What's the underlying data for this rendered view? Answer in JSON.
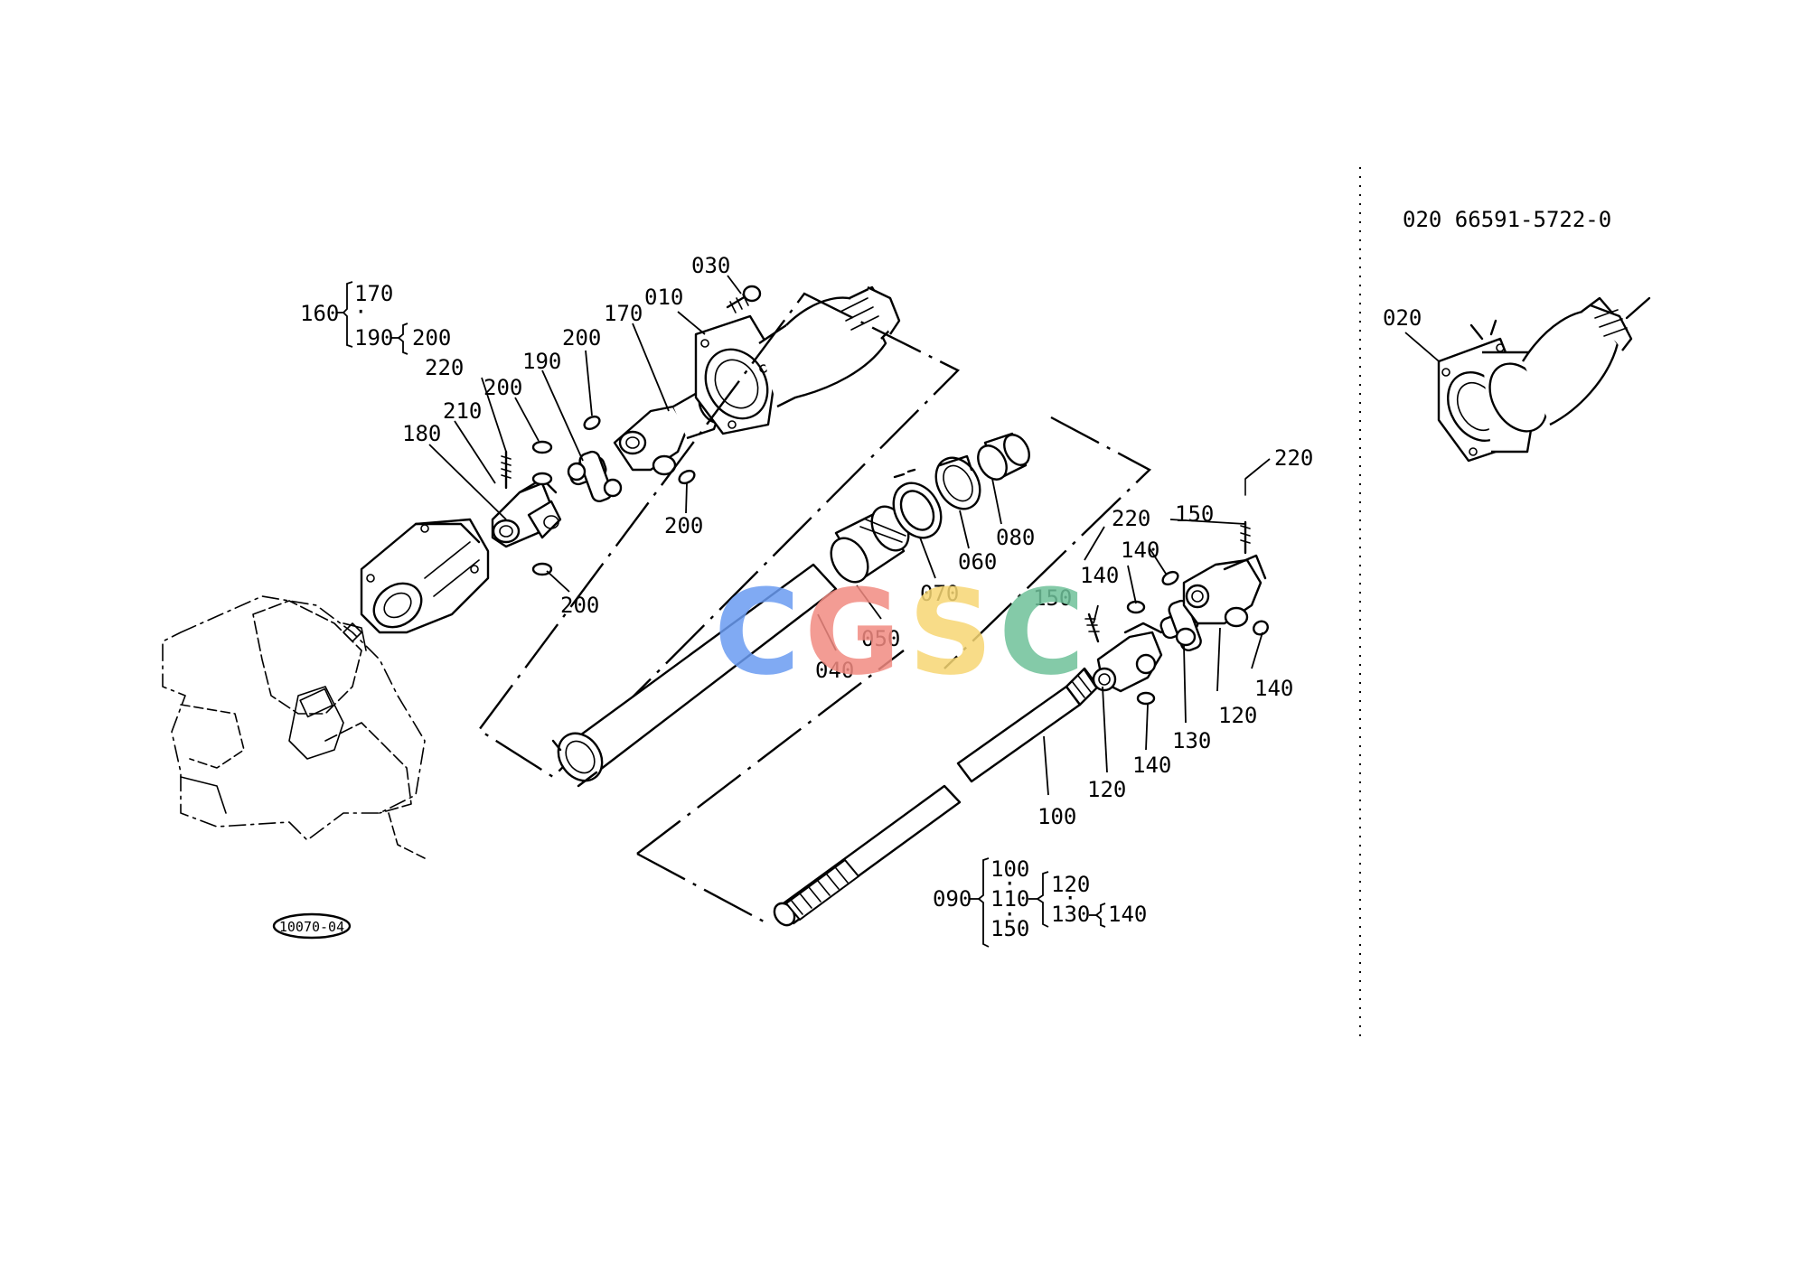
{
  "labels": {
    "l030": "030",
    "l010": "010",
    "l170a": "170",
    "l200a": "200",
    "l190": "190",
    "l200b": "200",
    "l220a": "220",
    "l210": "210",
    "l180": "180",
    "l200c": "200",
    "l200d": "200",
    "l080": "080",
    "l060": "060",
    "l070": "070",
    "l050": "050",
    "l040": "040",
    "l220b": "220",
    "l150a": "150",
    "l220c": "220",
    "l140a": "140",
    "l140b": "140",
    "l150b": "150",
    "l140c": "140",
    "l120a": "120",
    "l130": "130",
    "l140d": "140",
    "l120b": "120",
    "l100": "100",
    "l020": "020"
  },
  "bom_top": {
    "parent": "160",
    "c1": "170",
    "c2": "190",
    "c2_child": "200"
  },
  "bom_bottom": {
    "parent": "090",
    "c1": "100",
    "c2": "110",
    "c3": "150",
    "c2_a": "120",
    "c2_b": "130",
    "c2_b_child": "140"
  },
  "part_code": "020 66591-5722-0",
  "figure_ref": "10070-04",
  "watermark": {
    "text": "CGSC",
    "colors": [
      "#6a9cf2",
      "#f28b82",
      "#f7d774",
      "#6fc19a"
    ]
  }
}
